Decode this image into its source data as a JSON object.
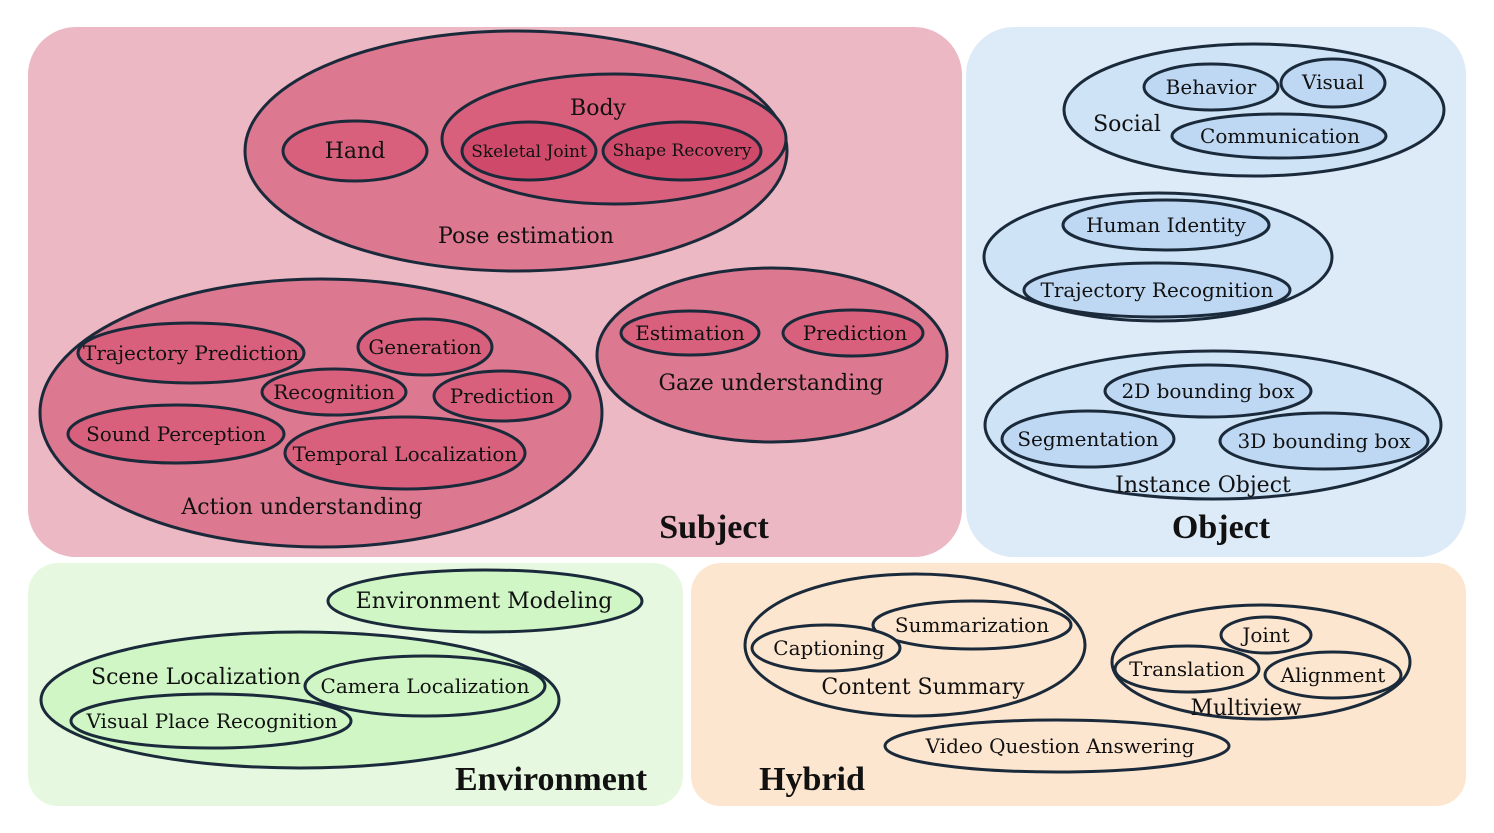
{
  "panels": {
    "subject": {
      "title": "Subject",
      "bg": "#ebb8c4"
    },
    "object": {
      "title": "Object",
      "bg": "#ddeaf8"
    },
    "environment": {
      "title": "Environment",
      "bg": "#e6f9e0"
    },
    "hybrid": {
      "title": "Hybrid",
      "bg": "#fde6cf"
    }
  },
  "colors": {
    "subject_outer": "#dc788f",
    "subject_mid": "#d9607c",
    "subject_inner": "#cf4a6a",
    "object_outer": "#cfe3f6",
    "object_inner": "#bed8f3",
    "env_fill": "#d0f6c6",
    "hybrid_fill": "#fde6cf",
    "stroke": "#1a2a3a"
  },
  "subject": {
    "pose": {
      "label": "Pose estimation",
      "hand": "Hand",
      "body": {
        "label": "Body",
        "skeletal": "Skeletal Joint",
        "shape": "Shape Recovery"
      }
    },
    "action": {
      "label": "Action understanding",
      "trajectory_prediction": "Trajectory Prediction",
      "generation": "Generation",
      "recognition": "Recognition",
      "prediction": "Prediction",
      "sound_perception": "Sound Perception",
      "temporal_localization": "Temporal Localization"
    },
    "gaze": {
      "label": "Gaze understanding",
      "estimation": "Estimation",
      "prediction": "Prediction"
    }
  },
  "object": {
    "social": {
      "label": "Social",
      "behavior": "Behavior",
      "visual": "Visual",
      "communication": "Communication"
    },
    "human": {
      "identity": "Human Identity",
      "trajectory": "Trajectory Recognition"
    },
    "instance": {
      "label": "Instance Object",
      "bbox2d": "2D bounding box",
      "segmentation": "Segmentation",
      "bbox3d": "3D bounding box"
    }
  },
  "environment": {
    "modeling": "Environment Modeling",
    "scene": {
      "label": "Scene Localization",
      "camera": "Camera Localization",
      "vpr": "Visual Place Recognition"
    }
  },
  "hybrid": {
    "content": {
      "label": "Content Summary",
      "captioning": "Captioning",
      "summarization": "Summarization"
    },
    "multiview": {
      "label": "Multiview",
      "joint": "Joint",
      "translation": "Translation",
      "alignment": "Alignment"
    },
    "vqa": "Video Question Answering"
  }
}
